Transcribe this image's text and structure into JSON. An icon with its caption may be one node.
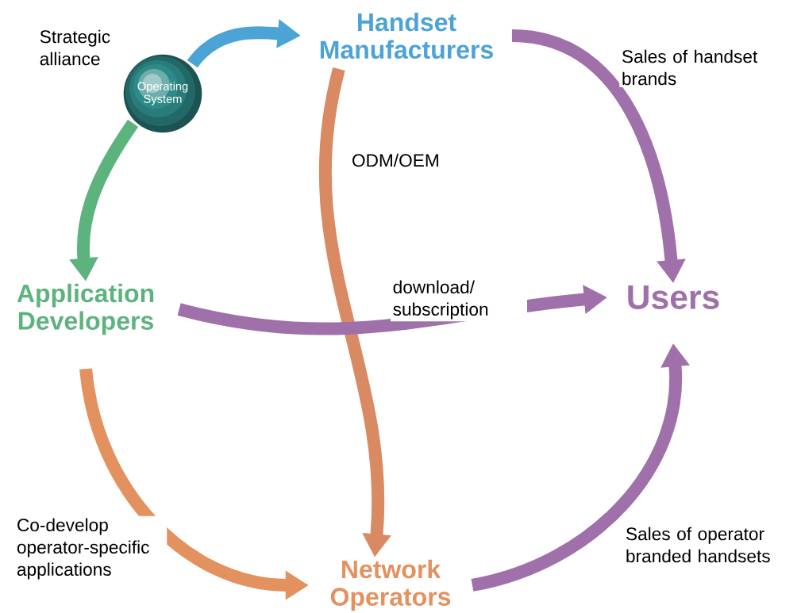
{
  "diagram": {
    "nodes": [
      {
        "text": [
          "Handset Manufacturers"
        ]
      },
      {
        "text": [
          "Operating System"
        ]
      },
      {
        "text": [
          "Application Developers"
        ]
      },
      {
        "text": [
          "Users"
        ]
      },
      {
        "text": [
          "Network Operators"
        ]
      }
    ],
    "edges": [
      {
        "from": 1,
        "to": 0,
        "arrow": "to",
        "color": "#4ba3d6"
      },
      {
        "from": 1,
        "to": 2,
        "arrow": "to",
        "color": "#5db37e"
      },
      {
        "from": 0,
        "to": 3,
        "arrow": "to",
        "label": "Sales of handset brands"
      },
      {
        "from": 0,
        "to": 4,
        "arrow": "to",
        "label": "ODM/OEM",
        "color": "#d98a62"
      },
      {
        "from": 2,
        "to": 3,
        "arrow": "to",
        "label": "download/ subscription"
      },
      {
        "from": 2,
        "to": 4,
        "arrow": "to",
        "label": "Co-develop operator-specific applications",
        "color": "#e3925f"
      },
      {
        "from": 4,
        "to": 3,
        "arrow": "to",
        "label": "Sales of operator branded handsets"
      }
    ],
    "labels": [
      "Strategic alliance"
    ]
  }
}
